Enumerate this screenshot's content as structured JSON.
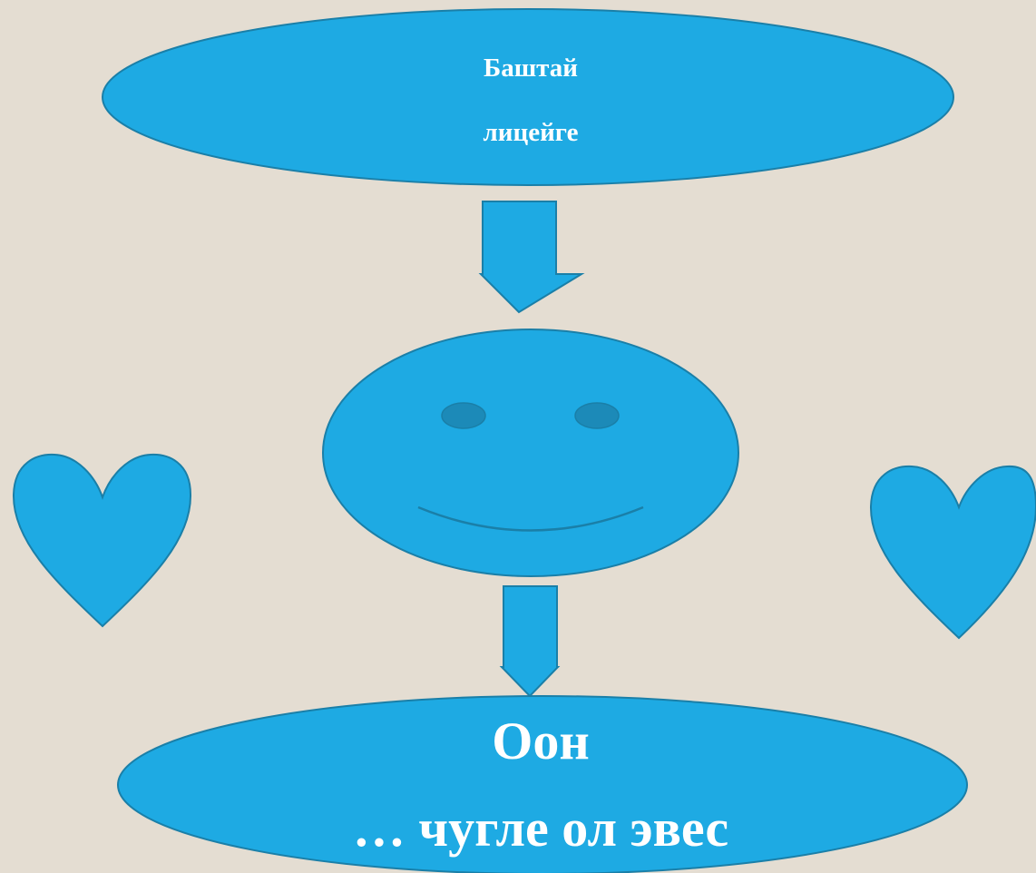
{
  "colors": {
    "background": "#e4ddd2",
    "shape_fill": "#1eaae3",
    "shape_stroke": "#1a7fa8",
    "eye_fill": "#1c8ab8",
    "text": "#ffffff"
  },
  "top_oval": {
    "line1": "Баштай",
    "line2": "лицейге"
  },
  "bottom_oval": {
    "line1": "Оон",
    "line2": "… чугле ол эвес"
  },
  "icons": {
    "left": "heart-icon",
    "right": "heart-icon",
    "center": "smiley-face-icon",
    "arrows": "down-arrow-icon"
  }
}
